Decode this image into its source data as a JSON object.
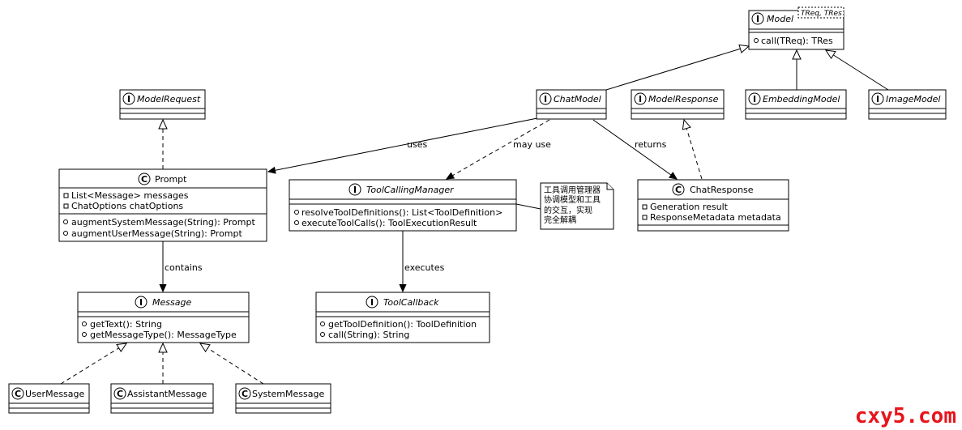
{
  "classes": {
    "model": {
      "kind": "interface",
      "badge": "I",
      "name": "Model",
      "type_params": "TReq, TRes",
      "methods": [
        {
          "vis": "o",
          "text": "call(TReq): TRes"
        }
      ]
    },
    "model_request": {
      "kind": "interface",
      "badge": "I",
      "name": "ModelRequest"
    },
    "chat_model": {
      "kind": "interface",
      "badge": "I",
      "name": "ChatModel"
    },
    "model_response": {
      "kind": "interface",
      "badge": "I",
      "name": "ModelResponse"
    },
    "embedding_model": {
      "kind": "interface",
      "badge": "I",
      "name": "EmbeddingModel"
    },
    "image_model": {
      "kind": "interface",
      "badge": "I",
      "name": "ImageModel"
    },
    "prompt": {
      "kind": "class",
      "badge": "C",
      "name": "Prompt",
      "fields": [
        {
          "vis": "□",
          "text": "List<Message> messages"
        },
        {
          "vis": "□",
          "text": "ChatOptions chatOptions"
        }
      ],
      "methods": [
        {
          "vis": "o",
          "text": "augmentSystemMessage(String): Prompt"
        },
        {
          "vis": "o",
          "text": "augmentUserMessage(String): Prompt"
        }
      ]
    },
    "tool_calling_manager": {
      "kind": "interface",
      "badge": "I",
      "name": "ToolCallingManager",
      "methods": [
        {
          "vis": "o",
          "text": "resolveToolDefinitions(): List<ToolDefinition>"
        },
        {
          "vis": "o",
          "text": "executeToolCalls(): ToolExecutionResult"
        }
      ]
    },
    "chat_response": {
      "kind": "class",
      "badge": "C",
      "name": "ChatResponse",
      "fields": [
        {
          "vis": "□",
          "text": "Generation result"
        },
        {
          "vis": "□",
          "text": "ResponseMetadata metadata"
        }
      ]
    },
    "message": {
      "kind": "interface",
      "badge": "I",
      "name": "Message",
      "methods": [
        {
          "vis": "o",
          "text": "getText(): String"
        },
        {
          "vis": "o",
          "text": "getMessageType(): MessageType"
        }
      ]
    },
    "tool_callback": {
      "kind": "interface",
      "badge": "I",
      "name": "ToolCallback",
      "methods": [
        {
          "vis": "o",
          "text": "getToolDefinition(): ToolDefinition"
        },
        {
          "vis": "o",
          "text": "call(String): String"
        }
      ]
    },
    "user_message": {
      "kind": "class",
      "badge": "C",
      "name": "UserMessage"
    },
    "assistant_message": {
      "kind": "class",
      "badge": "C",
      "name": "AssistantMessage"
    },
    "system_message": {
      "kind": "class",
      "badge": "C",
      "name": "SystemMessage"
    }
  },
  "relations": {
    "uses": "uses",
    "may_use": "may use",
    "returns": "returns",
    "contains": "contains",
    "executes": "executes"
  },
  "note": {
    "lines": [
      "工具调用管理器",
      "协调模型和工具",
      "的交互，实现",
      "完全解耦"
    ]
  },
  "watermark": "cxy5.com",
  "colors": {
    "line": "#000000",
    "badge_fill": "#ffffff",
    "watermark": "#e8141c"
  }
}
